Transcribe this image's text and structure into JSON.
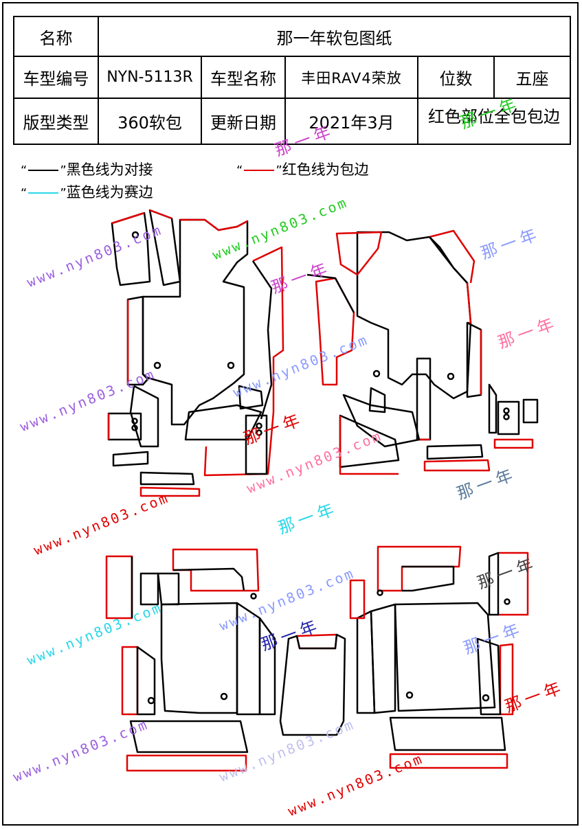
{
  "table": {
    "label_name": "名称",
    "title": "那一年软包图纸",
    "label_model_code": "车型编号",
    "model_code": "NYN-5113R",
    "label_model_name": "车型名称",
    "model_name": "丰田RAV4荣放",
    "label_seats": "位数",
    "seats": "五座",
    "label_pattern_type": "版型类型",
    "pattern_type": "360软包",
    "label_update_date": "更新日期",
    "update_date": "2021年3月",
    "note": "红色部位全包包边"
  },
  "legend": {
    "black": {
      "quote_open": "“",
      "quote_close": "”",
      "text": "黑色线为对接"
    },
    "red": {
      "quote_open": "“",
      "quote_close": "”",
      "text": "红色线为包边"
    },
    "cyan": {
      "quote_open": "“",
      "quote_close": "”",
      "text": "蓝色线为赛边"
    }
  },
  "colors": {
    "black_line": "#000000",
    "red_line": "#e00000",
    "cyan_line": "#28d7e8"
  },
  "watermarks": {
    "url": "www.nyn803.com",
    "brand": "那一年"
  }
}
